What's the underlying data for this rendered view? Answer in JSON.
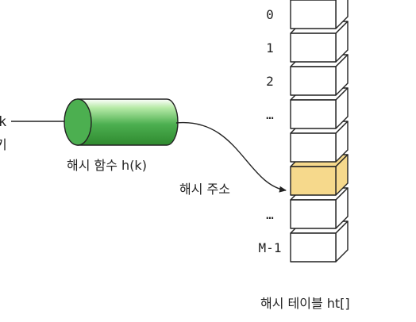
{
  "key_symbol": "k",
  "key_label": "키",
  "hash_function_label": "해시 함수 h(k)",
  "hash_address_label": "해시 주소",
  "table_label": "해시 테이블 ht[]",
  "row_labels": [
    "0",
    "1",
    "2",
    "…",
    "",
    "",
    "…",
    "M-1"
  ],
  "highlighted_row": 5,
  "colors": {
    "cylinder_green": "#4caf50",
    "cylinder_light": "#b9eba9",
    "highlight_fill": "#f6d98c",
    "cell_fill": "#ffffff",
    "stroke": "#222222"
  }
}
